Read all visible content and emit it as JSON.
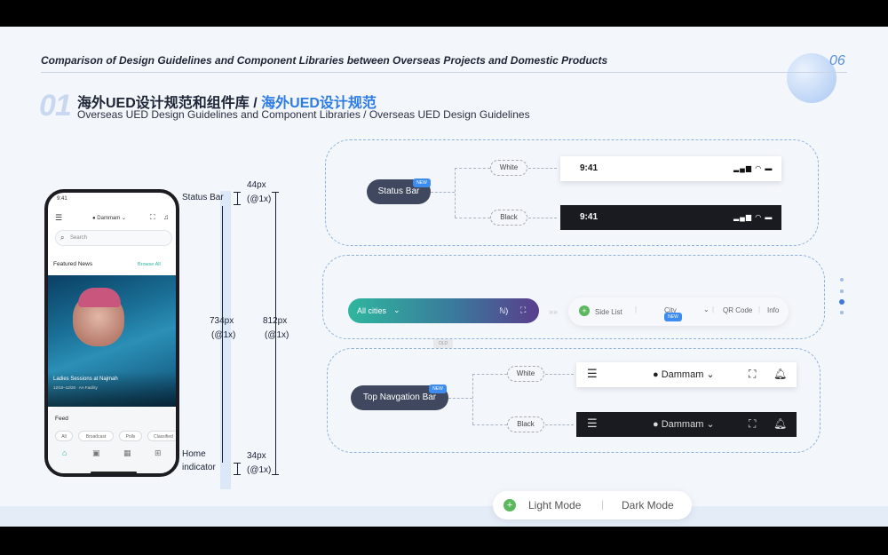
{
  "header": {
    "title": "Comparison of Design Guidelines and Component Libraries between Overseas Projects and Domestic Products",
    "page_number": "06"
  },
  "section": {
    "number": "01",
    "title_cn": "海外UED设计规范和组件库 /",
    "title_cn_highlight": "海外UED设计规范",
    "subtitle": "Overseas UED Design Guidelines and Component Libraries / Overseas UED Design Guidelines"
  },
  "phone": {
    "time": "9:41",
    "location": "Dammam",
    "search_placeholder": "Search",
    "featured_news": "Featured News",
    "browse_all": "Browse All",
    "photo_title": "Ladies Sessions at Najmah",
    "photo_subtitle": "12/10–12/20 · AA Facility",
    "feed": "Feed",
    "chips": [
      "All",
      "Broadcast",
      "Polls",
      "Classified"
    ]
  },
  "annotations": {
    "status_bar": "Status Bar",
    "status_px": "44px",
    "status_scale": "(@1x)",
    "content_px": "734px",
    "content_scale": "(@1x)",
    "total_px": "812px",
    "total_scale": "(@1x)",
    "home_line1": "Home",
    "home_line2": "indicator",
    "home_px": "34px",
    "home_scale": "(@1x)"
  },
  "status_group": {
    "label": "Status Bar",
    "badge": "NEW",
    "white_option": "White",
    "black_option": "Black",
    "time": "9:41"
  },
  "city_group": {
    "cities_label": "All cities",
    "menu_side_list": "Side List",
    "menu_city": "City",
    "menu_qr": "QR Code",
    "menu_info": "Info",
    "old_badge": "OLD",
    "new_badge": "NEW"
  },
  "nav_group": {
    "label": "Top Navgation Bar",
    "badge": "NEW",
    "white_option": "White",
    "black_option": "Black",
    "location": "Dammam"
  },
  "mode_switch": {
    "light": "Light Mode",
    "dark": "Dark Mode"
  },
  "colors": {
    "accent": "#2d7be6",
    "pill_dark": "#40485f",
    "teal": "#2fb69e",
    "badge_blue": "#3d8cf0"
  }
}
